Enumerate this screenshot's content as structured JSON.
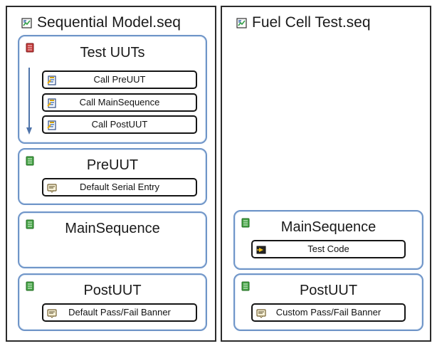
{
  "colors": {
    "box_border": "#6f95c8",
    "panel_border": "#2b2b2b",
    "step_border": "#151515",
    "flow_arrow": "#4f74aa",
    "status_red": "#c63a3a",
    "status_green": "#47a447"
  },
  "icons": {
    "file_icon": "sequence-file-icon",
    "red_sequence_icon": "red-sequence-icon",
    "green_sequence_icon": "green-sequence-icon",
    "call_icon": "sequence-call-icon",
    "message_icon": "message-popup-icon",
    "test_code_icon": "action-code-icon"
  },
  "panels": [
    {
      "file_title": "Sequential Model.seq",
      "sequences": [
        {
          "title": "Test UUTs",
          "status": "red",
          "steps": [
            {
              "label": "Call PreUUT",
              "icon": "call"
            },
            {
              "label": "Call MainSequence",
              "icon": "call"
            },
            {
              "label": "Call PostUUT",
              "icon": "call"
            }
          ]
        },
        {
          "title": "PreUUT",
          "status": "green",
          "steps": [
            {
              "label": "Default Serial Entry",
              "icon": "message"
            }
          ]
        },
        {
          "title": "MainSequence",
          "status": "green",
          "steps": []
        },
        {
          "title": "PostUUT",
          "status": "green",
          "steps": [
            {
              "label": "Default Pass/Fail Banner",
              "icon": "message"
            }
          ]
        }
      ]
    },
    {
      "file_title": "Fuel Cell Test.seq",
      "sequences": [
        {
          "title": "MainSequence",
          "status": "green",
          "steps": [
            {
              "label": "Test Code",
              "icon": "action"
            }
          ]
        },
        {
          "title": "PostUUT",
          "status": "green",
          "steps": [
            {
              "label": "Custom Pass/Fail Banner",
              "icon": "message"
            }
          ]
        }
      ]
    }
  ]
}
